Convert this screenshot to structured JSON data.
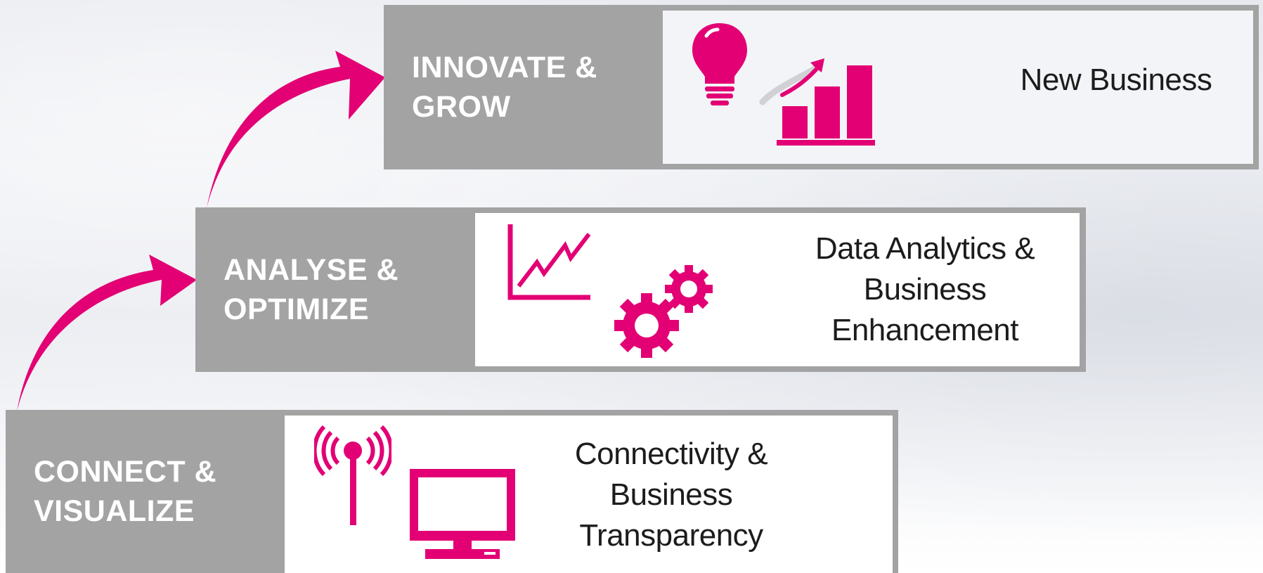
{
  "colors": {
    "accent": "#e20074",
    "label_bg": "#a3a3a3",
    "label_text": "#ffffff",
    "panel_text": "#1c1c1c"
  },
  "steps": {
    "innovate": {
      "label_line1": "INNOVATE &",
      "label_line2": "GROW",
      "title_line1": "New Business",
      "icons": [
        "lightbulb-icon",
        "growth-bar-chart-icon"
      ]
    },
    "analyse": {
      "label_line1": "ANALYSE &",
      "label_line2": "OPTIMIZE",
      "title_line1": "Data Analytics &",
      "title_line2": "Business",
      "title_line3": "Enhancement",
      "icons": [
        "line-chart-icon",
        "gears-icon"
      ]
    },
    "connect": {
      "label_line1": "CONNECT &",
      "label_line2": "VISUALIZE",
      "title_line1": "Connectivity &",
      "title_line2": "Business",
      "title_line3": "Transparency",
      "icons": [
        "antenna-icon",
        "monitor-icon"
      ]
    }
  }
}
